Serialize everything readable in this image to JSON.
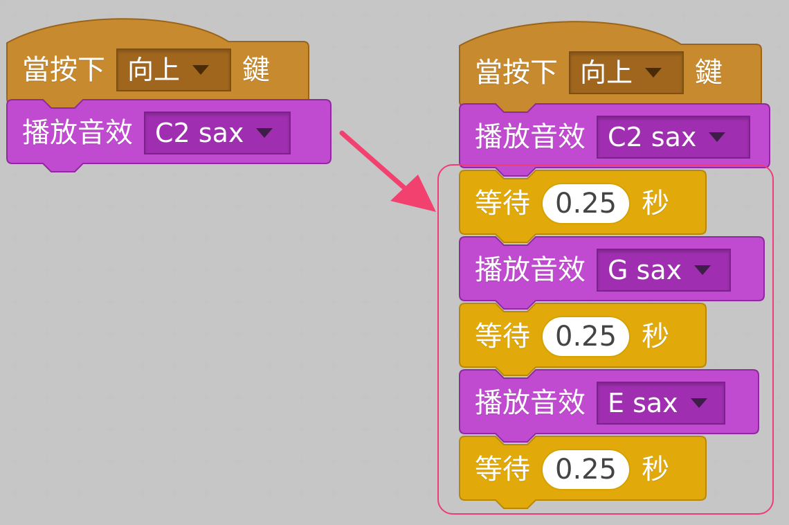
{
  "left_script": {
    "hat_block": {
      "label_before": "當按下",
      "key_value": "向上",
      "label_after": "鍵"
    },
    "play_block": {
      "label": "播放音效",
      "sound_value": "C2 sax"
    }
  },
  "right_script": {
    "hat_block": {
      "label_before": "當按下",
      "key_value": "向上",
      "label_after": "鍵"
    },
    "play_block_1": {
      "label": "播放音效",
      "sound_value": "C2 sax"
    },
    "wait_block_1": {
      "label": "等待",
      "value": "0.25",
      "unit": "秒"
    },
    "play_block_2": {
      "label": "播放音效",
      "sound_value": "G sax"
    },
    "wait_block_2": {
      "label": "等待",
      "value": "0.25",
      "unit": "秒"
    },
    "play_block_3": {
      "label": "播放音效",
      "sound_value": "E sax"
    },
    "wait_block_3": {
      "label": "等待",
      "value": "0.25",
      "unit": "秒"
    }
  },
  "colors": {
    "canvas_background": "#dbdbdb",
    "grid_plus": "#c4c4c4",
    "event_block": "#c88a2e",
    "event_block_border": "#9a641a",
    "sound_block": "#c04ad0",
    "sound_block_border": "#8e2a9e",
    "control_block": "#e2a90b",
    "control_block_border": "#b8870a",
    "highlight_frame": "#ee3c78",
    "arrow": "#f3416f"
  },
  "icons": {
    "dropdown_caret": "caret-down-icon",
    "pointer_arrow": "arrow-icon"
  }
}
